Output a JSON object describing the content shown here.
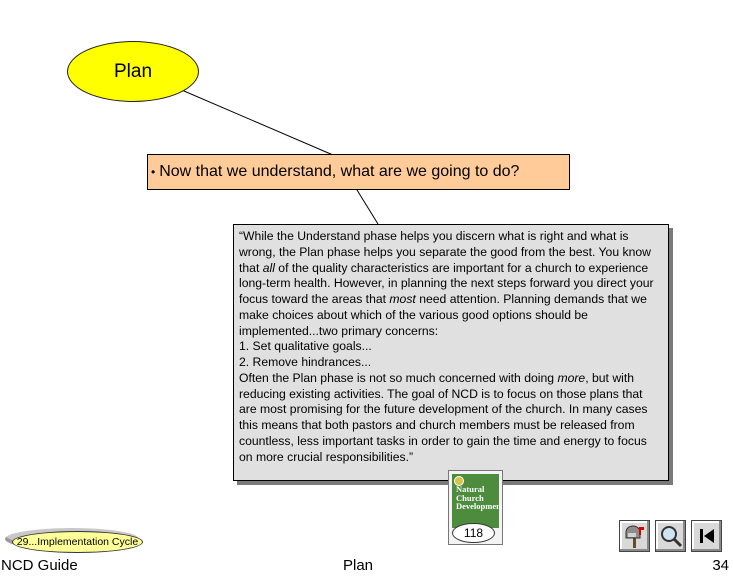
{
  "plan_label": "Plan",
  "question": {
    "bullet": "•",
    "text": "Now that we understand, what are we going to do?"
  },
  "quote": {
    "para1": "“While the Understand phase helps you discern what is right and what is wrong, the Plan phase helps you separate the good from the best. You know that ",
    "para1_em1": "all",
    "para1_b": " of the quality characteristics are important for a church to experience long-term health.  However, in planning the next steps forward you direct your focus toward the areas that ",
    "para1_em2": "most",
    "para1_c": " need attention.  Planning demands that we make choices about which of the various good options should be implemented...two primary concerns:",
    "item1": "1.  Set qualitative goals...",
    "item2": "2.  Remove hindrances...",
    "para2_a": "Often the Plan phase is not so much concerned with doing ",
    "para2_em": "more",
    "para2_b": ", but with reducing existing activities.  The goal of NCD is to focus on those plans that are most promising for the future development of the church.  In many cases this means that both pastors and church members must be released from countless, less important tasks in order to gain the time and energy to focus on more crucial responsibilities.”"
  },
  "book": {
    "title_lines": [
      "Natural",
      "Church",
      "Development"
    ],
    "page_ref": "118"
  },
  "implementation_link": "29...Implementation Cycle",
  "footer": {
    "left": "NCD Guide",
    "center": "Plan",
    "page_number": "34"
  },
  "nav": {
    "mailbox_icon": "mailbox-icon",
    "search_icon": "magnifier-icon",
    "first_icon": "skip-to-start-icon"
  }
}
